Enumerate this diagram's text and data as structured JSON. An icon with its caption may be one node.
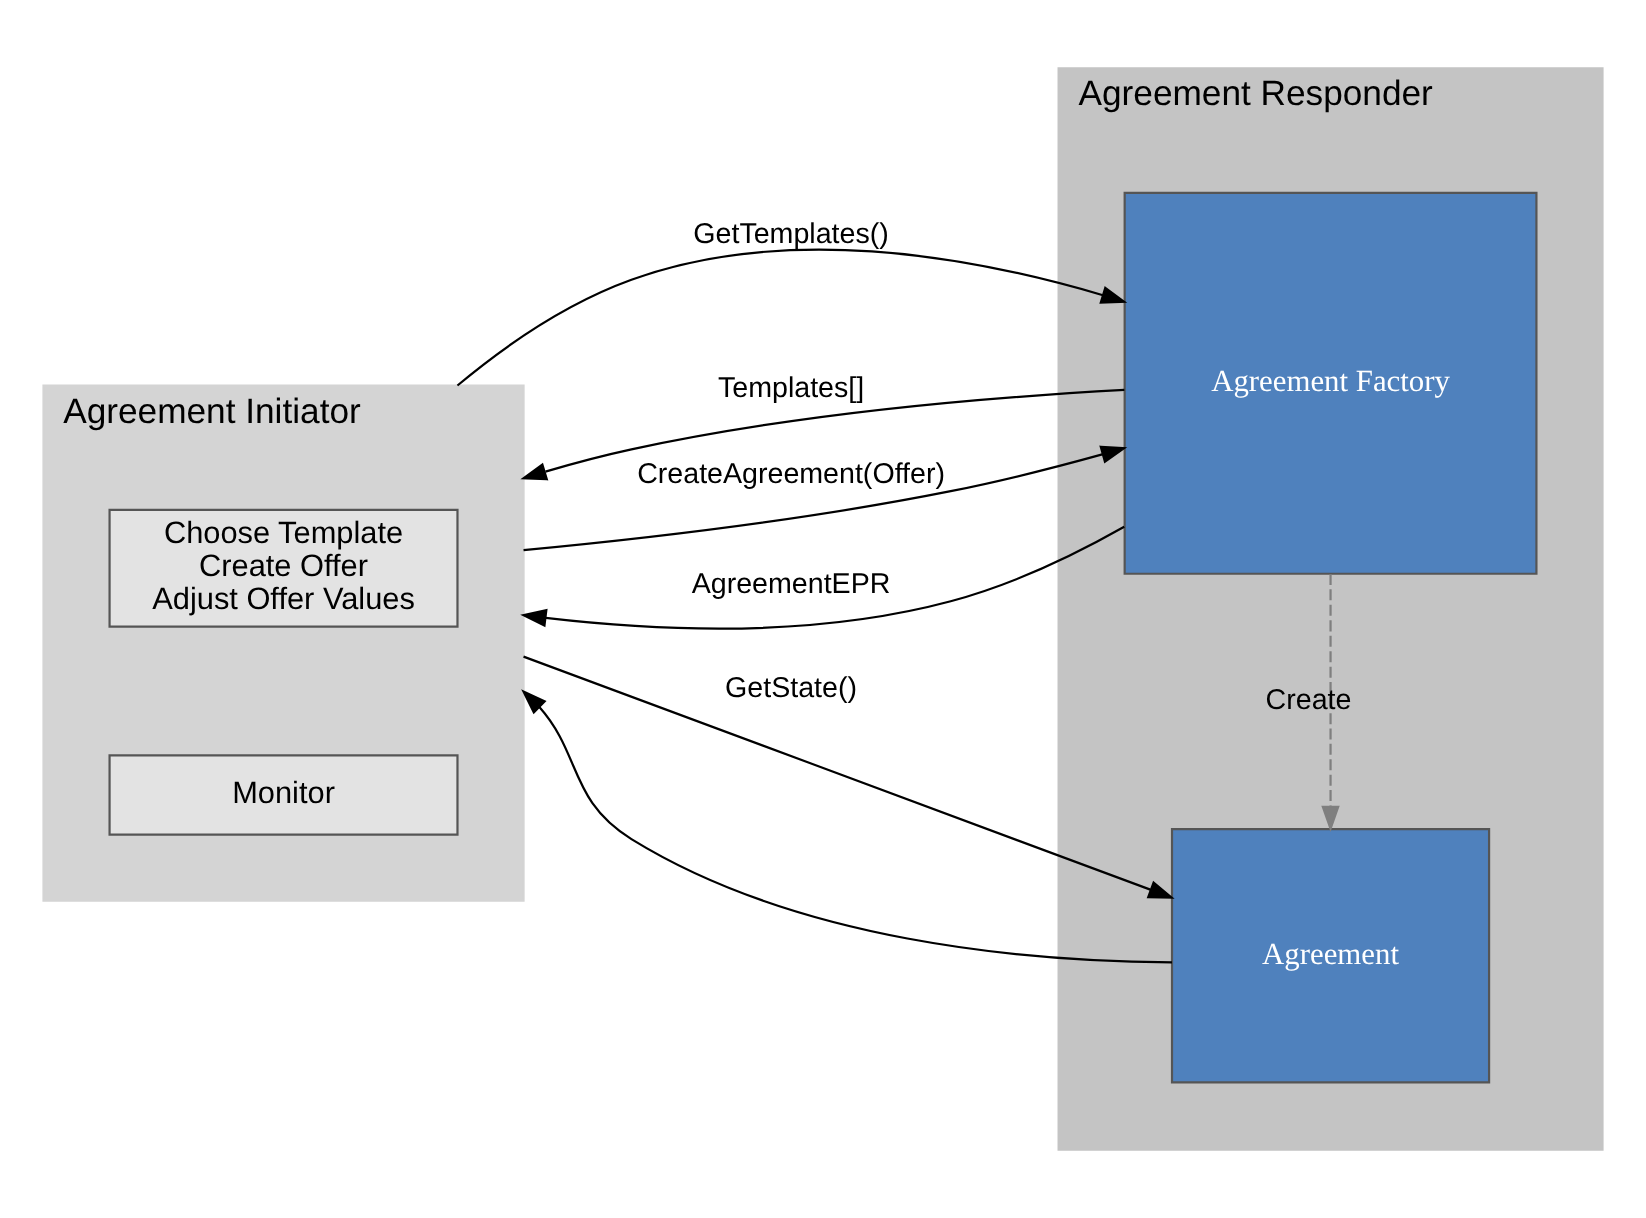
{
  "diagram": {
    "nodes": [
      {
        "text": [
          "Agreement Initiator"
        ]
      },
      {
        "text": [
          "Choose Template",
          "Create Offer",
          "Adjust Offer Values"
        ],
        "in": 0
      },
      {
        "text": [
          "Monitor"
        ],
        "in": 0
      },
      {
        "text": [
          "Agreement Responder"
        ]
      },
      {
        "text": [
          "Agreement Factory"
        ],
        "in": 3
      },
      {
        "text": [
          "Agreement"
        ],
        "in": 3
      }
    ],
    "edges": [
      {
        "from": 0,
        "to": 4,
        "arrow": "to",
        "label": "GetTemplates()"
      },
      {
        "from": 4,
        "to": 0,
        "arrow": "to",
        "label": "Templates[]"
      },
      {
        "from": 0,
        "to": 4,
        "arrow": "to",
        "label": "CreateAgreement(Offer)"
      },
      {
        "from": 4,
        "to": 0,
        "arrow": "to",
        "label": "AgreementEPR"
      },
      {
        "from": 4,
        "to": 5,
        "arrow": "to",
        "label": "Create",
        "style": "dashed",
        "color": "#7f7f7f"
      },
      {
        "from": 0,
        "to": 5,
        "arrow": "to",
        "label": "GetState()"
      },
      {
        "from": 5,
        "to": 0,
        "arrow": "to"
      }
    ]
  }
}
